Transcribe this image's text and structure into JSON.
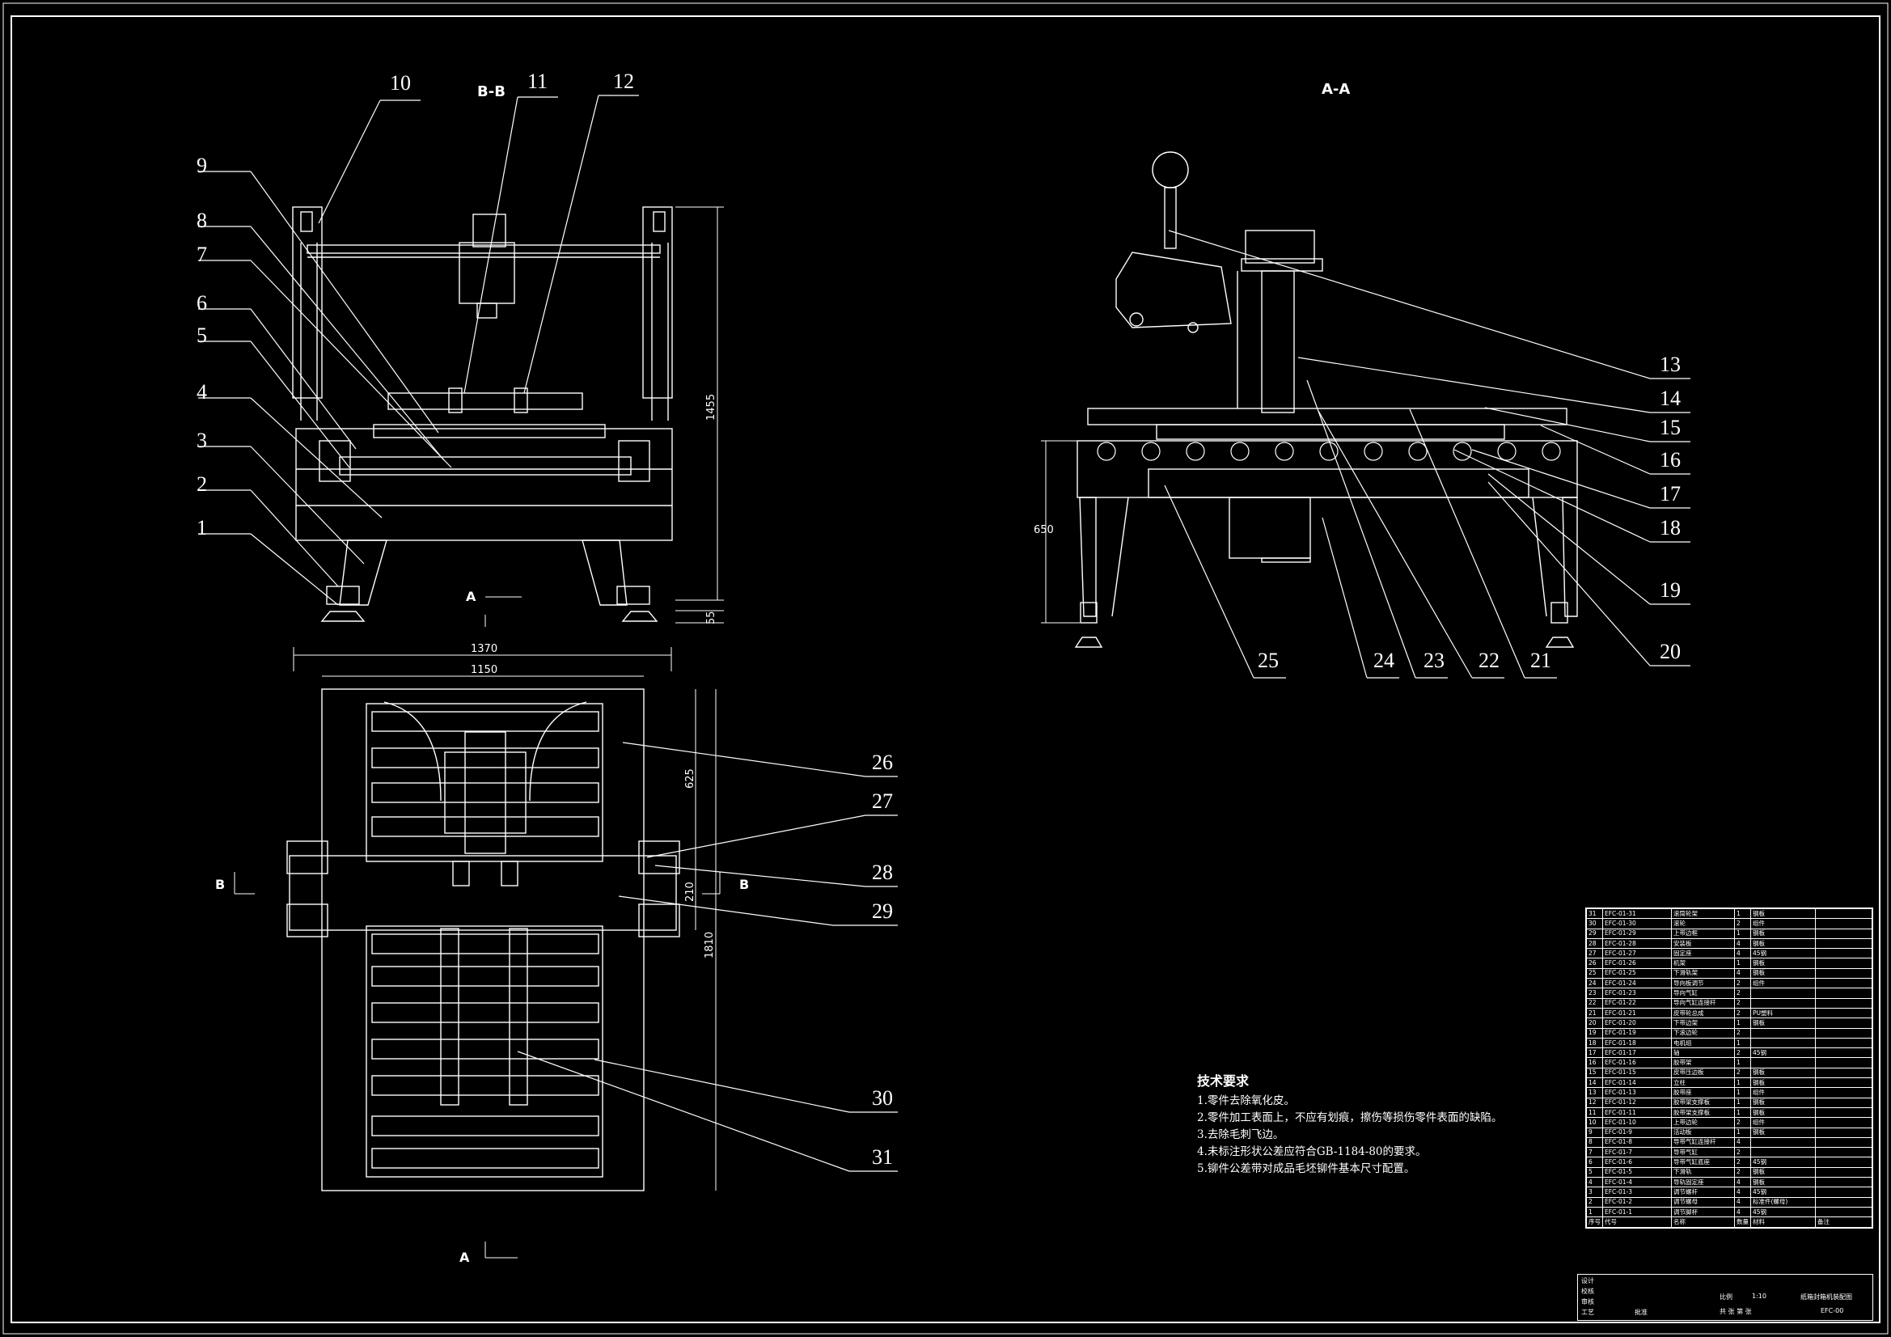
{
  "views": {
    "bb_title": "B-B",
    "aa_title": "A-A"
  },
  "part_labels": [
    "1",
    "2",
    "3",
    "4",
    "5",
    "6",
    "7",
    "8",
    "9",
    "10",
    "11",
    "12",
    "13",
    "14",
    "15",
    "16",
    "17",
    "18",
    "19",
    "20",
    "21",
    "22",
    "23",
    "24",
    "25",
    "26",
    "27",
    "28",
    "29",
    "30",
    "31"
  ],
  "dimensions": {
    "height_1455": "1455",
    "width_1370": "1370",
    "width_1150": "1150",
    "depth_625": "625",
    "depth_210": "210",
    "depth_1810": "1810",
    "height_650": "650",
    "small_55": "55"
  },
  "section_markers": {
    "a_top": "A",
    "a_bottom": "A",
    "b_left": "B",
    "b_right": "B"
  },
  "technical_requirements": {
    "title": "技术要求",
    "items": [
      "1.零件去除氧化皮。",
      "2.零件加工表面上，不应有划痕，擦伤等损伤零件表面的缺陷。",
      "3.去除毛刺飞边。",
      "4.未标注形状公差应符合GB-1184-80的要求。",
      "5.铆件公差带对成品毛坯铆件基本尺寸配置。"
    ]
  },
  "bom": {
    "rows": [
      {
        "no": "31",
        "code": "EFC-01-31",
        "name": "滚筒轮架",
        "qty": "1",
        "mat": "钢板"
      },
      {
        "no": "30",
        "code": "EFC-01-30",
        "name": "滚轮",
        "qty": "2",
        "mat": "组件"
      },
      {
        "no": "29",
        "code": "EFC-01-29",
        "name": "上带边框",
        "qty": "1",
        "mat": "钢板"
      },
      {
        "no": "28",
        "code": "EFC-01-28",
        "name": "安装板",
        "qty": "4",
        "mat": "钢板"
      },
      {
        "no": "27",
        "code": "EFC-01-27",
        "name": "固定座",
        "qty": "4",
        "mat": "45钢"
      },
      {
        "no": "26",
        "code": "EFC-01-26",
        "name": "机架",
        "qty": "1",
        "mat": "钢板"
      },
      {
        "no": "25",
        "code": "EFC-01-25",
        "name": "下滑轨架",
        "qty": "4",
        "mat": "钢板"
      },
      {
        "no": "24",
        "code": "EFC-01-24",
        "name": "导向板调节",
        "qty": "2",
        "mat": "组件"
      },
      {
        "no": "23",
        "code": "EFC-01-23",
        "name": "导向气缸",
        "qty": "2",
        "mat": ""
      },
      {
        "no": "22",
        "code": "EFC-01-22",
        "name": "导向气缸连接杆",
        "qty": "2",
        "mat": ""
      },
      {
        "no": "21",
        "code": "EFC-01-21",
        "name": "皮带轮总成",
        "qty": "2",
        "mat": "PU塑料"
      },
      {
        "no": "20",
        "code": "EFC-01-20",
        "name": "下带边架",
        "qty": "1",
        "mat": "钢板"
      },
      {
        "no": "19",
        "code": "EFC-01-19",
        "name": "下滚边轮",
        "qty": "2",
        "mat": ""
      },
      {
        "no": "18",
        "code": "EFC-01-18",
        "name": "电机组",
        "qty": "1",
        "mat": ""
      },
      {
        "no": "17",
        "code": "EFC-01-17",
        "name": "轴",
        "qty": "2",
        "mat": "45钢"
      },
      {
        "no": "16",
        "code": "EFC-01-16",
        "name": "胶带架",
        "qty": "1",
        "mat": ""
      },
      {
        "no": "15",
        "code": "EFC-01-15",
        "name": "皮带压边板",
        "qty": "2",
        "mat": "钢板"
      },
      {
        "no": "14",
        "code": "EFC-01-14",
        "name": "立柱",
        "qty": "1",
        "mat": "钢板"
      },
      {
        "no": "13",
        "code": "EFC-01-13",
        "name": "胶带座",
        "qty": "1",
        "mat": "组件"
      },
      {
        "no": "12",
        "code": "EFC-01-12",
        "name": "胶带架支撑板",
        "qty": "1",
        "mat": "钢板"
      },
      {
        "no": "11",
        "code": "EFC-01-11",
        "name": "胶带架支撑板",
        "qty": "1",
        "mat": "钢板"
      },
      {
        "no": "10",
        "code": "EFC-01-10",
        "name": "上带边轮",
        "qty": "2",
        "mat": "组件"
      },
      {
        "no": "9",
        "code": "EFC-01-9",
        "name": "活动板",
        "qty": "1",
        "mat": "钢板"
      },
      {
        "no": "8",
        "code": "EFC-01-8",
        "name": "导带气缸连接杆",
        "qty": "4",
        "mat": ""
      },
      {
        "no": "7",
        "code": "EFC-01-7",
        "name": "导带气缸",
        "qty": "2",
        "mat": ""
      },
      {
        "no": "6",
        "code": "EFC-01-6",
        "name": "导带气缸底座",
        "qty": "2",
        "mat": "45钢"
      },
      {
        "no": "5",
        "code": "EFC-01-5",
        "name": "下滑轨",
        "qty": "2",
        "mat": "钢板"
      },
      {
        "no": "4",
        "code": "EFC-01-4",
        "name": "导轨固定座",
        "qty": "4",
        "mat": "钢板"
      },
      {
        "no": "3",
        "code": "EFC-01-3",
        "name": "调节螺杆",
        "qty": "4",
        "mat": "45钢"
      },
      {
        "no": "2",
        "code": "EFC-01-2",
        "name": "调节螺母",
        "qty": "4",
        "mat": "标准件(螺母)"
      },
      {
        "no": "1",
        "code": "EFC-01-1",
        "name": "调节脚杯",
        "qty": "4",
        "mat": "45钢"
      }
    ],
    "header": {
      "no": "序号",
      "code": "代号",
      "name": "名称",
      "qty": "数量",
      "mat": "材料",
      "note": "备注"
    }
  },
  "title_block": {
    "drawing_name": "纸箱封箱机装配图",
    "scale_label": "比例",
    "scale": "1:10",
    "drawing_no": "EFC-00",
    "sheet": "共 张 第 张",
    "rows": [
      "设计",
      "校核",
      "审核",
      "工艺"
    ],
    "batch": "批准"
  }
}
